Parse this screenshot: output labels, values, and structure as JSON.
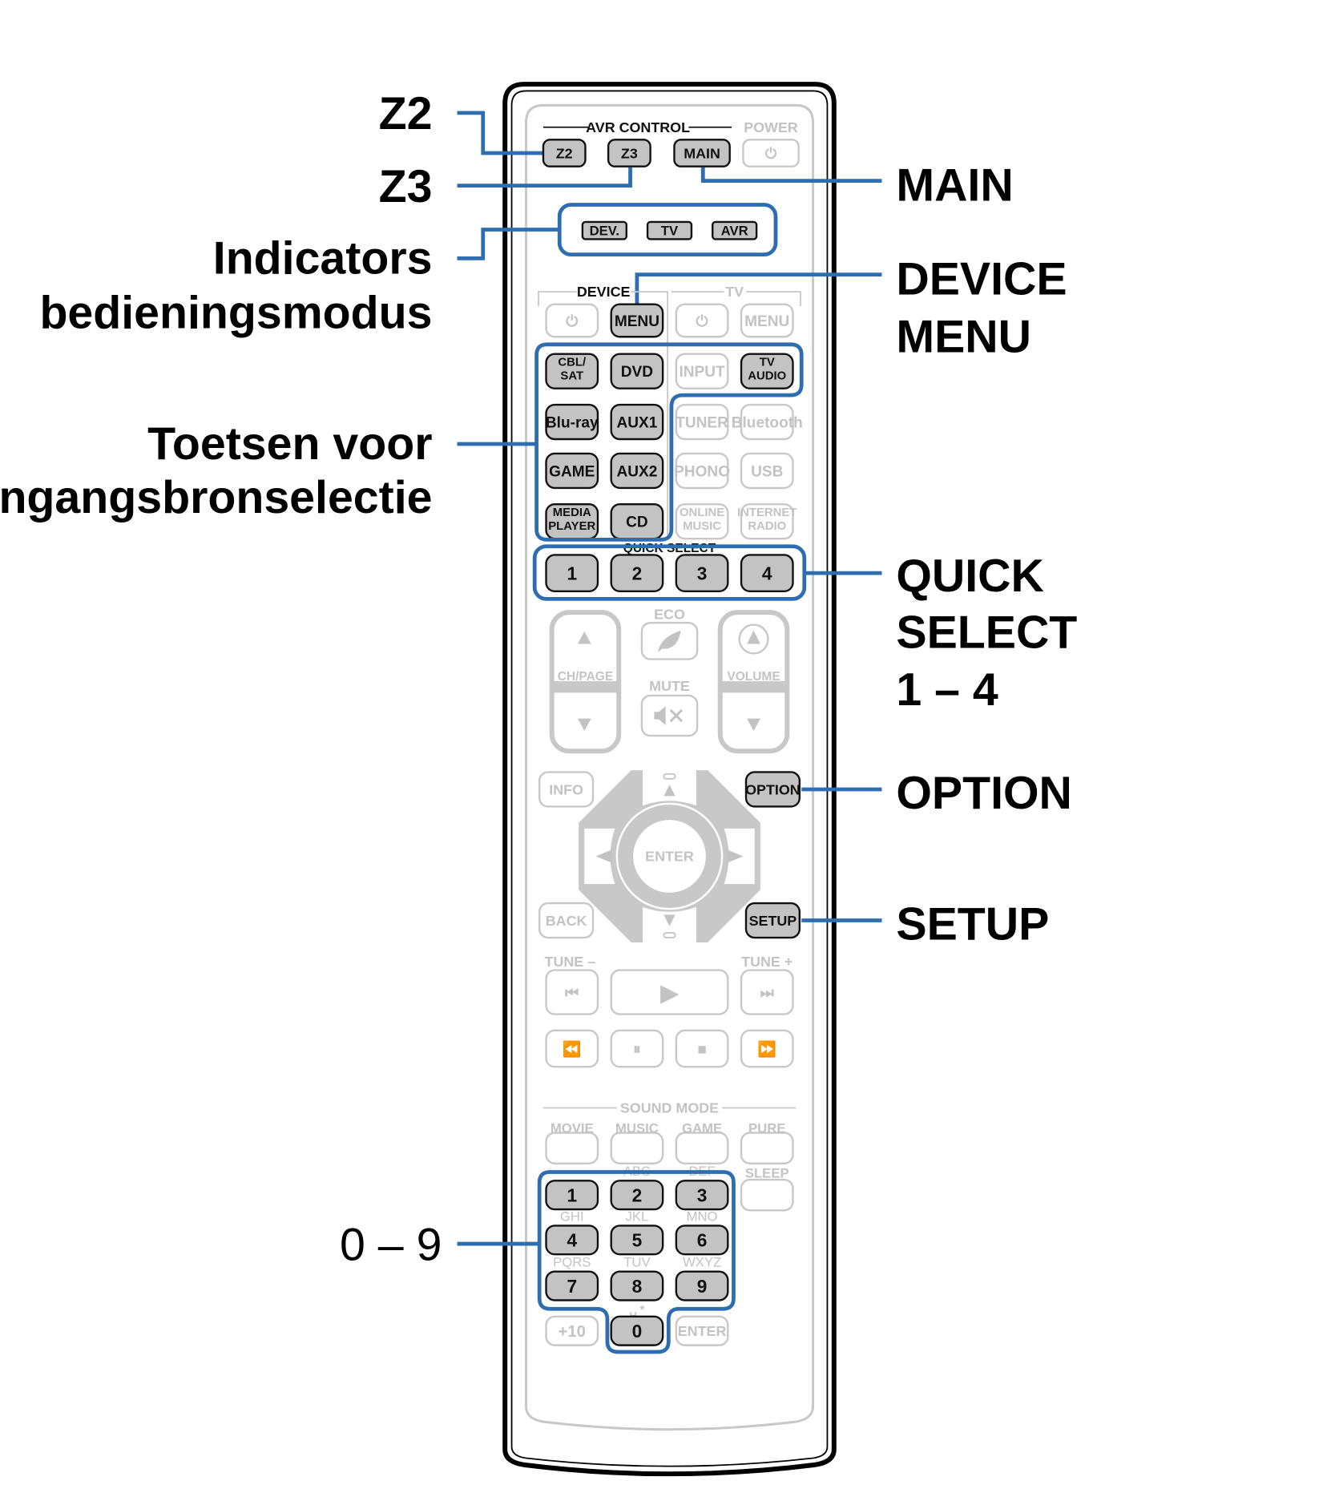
{
  "colors": {
    "highlight": "#2e6eb0",
    "active_button": "#c3c3c3",
    "inactive_outline": "#c8c8c8",
    "text_dark": "#111111"
  },
  "callouts": {
    "left": {
      "z2": "Z2",
      "z3": "Z3",
      "indicators_line1": "Indicators",
      "indicators_line2": "bedieningsmodus",
      "input_line1": "Toetsen voor",
      "input_line2": "ingangsbronselectie",
      "numbers": "0 – 9"
    },
    "right": {
      "main": "MAIN",
      "device_menu_line1": "DEVICE",
      "device_menu_line2": "MENU",
      "quick_line1": "QUICK",
      "quick_line2": "SELECT",
      "quick_line3": "1 – 4",
      "option": "OPTION",
      "setup": "SETUP"
    }
  },
  "remote": {
    "section_labels": {
      "avr_control": "AVR CONTROL",
      "power": "POWER",
      "device": "DEVICE",
      "tv": "TV",
      "quick_select": "QUICK SELECT",
      "eco": "ECO",
      "mute": "MUTE",
      "ch_page": "CH/PAGE",
      "volume": "VOLUME",
      "tune_minus": "TUNE –",
      "tune_plus": "TUNE +",
      "sound_mode": "SOUND MODE",
      "space_star": "␣ *"
    },
    "avr_buttons": [
      "Z2",
      "Z3",
      "MAIN"
    ],
    "indicators": [
      "DEV.",
      "TV",
      "AVR"
    ],
    "device_buttons": {
      "power": "⏻",
      "menu": "MENU"
    },
    "tv_buttons": {
      "power": "⏻",
      "menu": "MENU"
    },
    "input_rows": [
      [
        "CBL/|SAT",
        "DVD",
        "INPUT",
        "TV|AUDIO"
      ],
      [
        "Blu-ray",
        "AUX1",
        "TUNER",
        "Bluetooth"
      ],
      [
        "GAME",
        "AUX2",
        "PHONO",
        "USB"
      ],
      [
        "MEDIA|PLAYER",
        "CD",
        "ONLINE|MUSIC",
        "INTERNET|RADIO"
      ]
    ],
    "quick_select": [
      "1",
      "2",
      "3",
      "4"
    ],
    "nav": {
      "info": "INFO",
      "option": "OPTION",
      "back": "BACK",
      "setup": "SETUP",
      "enter": "ENTER"
    },
    "transport": {
      "row1": [
        "⏮",
        "▶",
        "⏭"
      ],
      "row2": [
        "⏪",
        "⏸",
        "■",
        "⏩"
      ]
    },
    "sound_modes": [
      "MOVIE",
      "MUSIC",
      "GAME",
      "PURE"
    ],
    "sleep": "SLEEP",
    "keypad": [
      {
        "key": "1",
        "letters": ""
      },
      {
        "key": "2",
        "letters": "ABC"
      },
      {
        "key": "3",
        "letters": "DEF"
      },
      {
        "key": "4",
        "letters": "GHI"
      },
      {
        "key": "5",
        "letters": "JKL"
      },
      {
        "key": "6",
        "letters": "MNO"
      },
      {
        "key": "7",
        "letters": "PQRS"
      },
      {
        "key": "8",
        "letters": "TUV"
      },
      {
        "key": "9",
        "letters": "WXYZ"
      },
      {
        "key": "0",
        "letters": ""
      }
    ],
    "plus10": "+10",
    "keypad_enter": "ENTER"
  }
}
